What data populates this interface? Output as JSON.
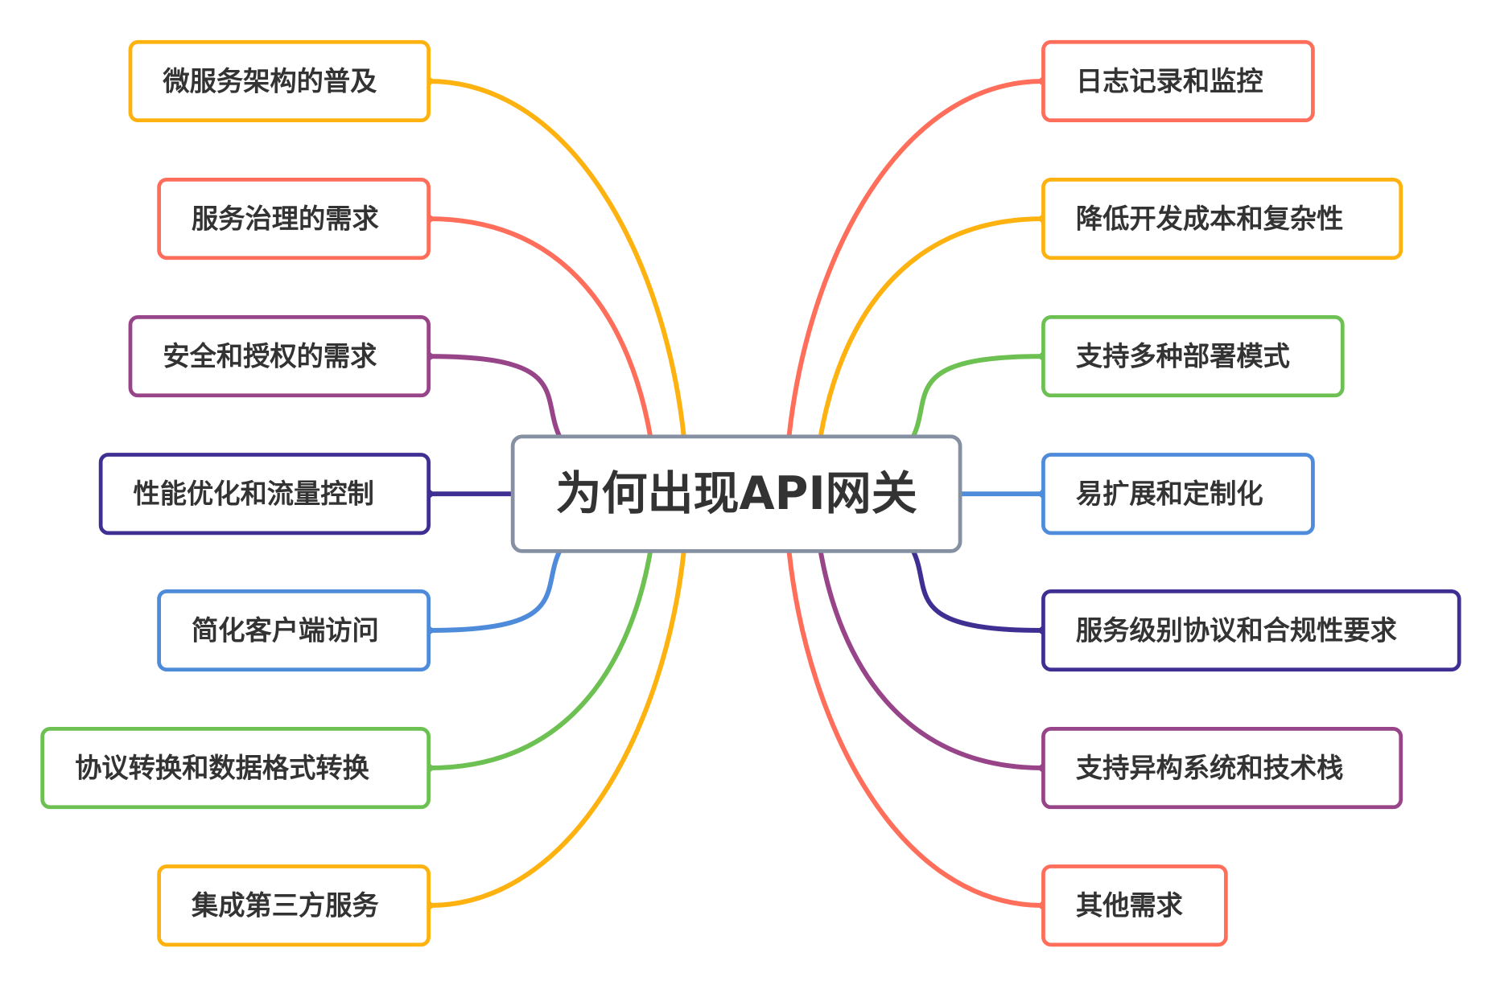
{
  "center": {
    "title": "为何出现API网关",
    "color": "#8590A2"
  },
  "left": [
    {
      "label": "微服务架构的普及",
      "color": "#FDB20F"
    },
    {
      "label": "服务治理的需求",
      "color": "#FF6E5B"
    },
    {
      "label": "安全和授权的需求",
      "color": "#974588"
    },
    {
      "label": "性能优化和流量控制",
      "color": "#3F2F92"
    },
    {
      "label": "简化客户端访问",
      "color": "#4E8BDA"
    },
    {
      "label": "协议转换和数据格式转换",
      "color": "#6DC152"
    },
    {
      "label": "集成第三方服务",
      "color": "#FDB20F"
    }
  ],
  "right": [
    {
      "label": "日志记录和监控",
      "color": "#FF6E5B"
    },
    {
      "label": "降低开发成本和复杂性",
      "color": "#FDB20F"
    },
    {
      "label": "支持多种部署模式",
      "color": "#6DC152"
    },
    {
      "label": "易扩展和定制化",
      "color": "#4E8BDA"
    },
    {
      "label": "服务级别协议和合规性要求",
      "color": "#3F2F92"
    },
    {
      "label": "支持异构系统和技术栈",
      "color": "#974588"
    },
    {
      "label": "其他需求",
      "color": "#FF6E5B"
    }
  ]
}
